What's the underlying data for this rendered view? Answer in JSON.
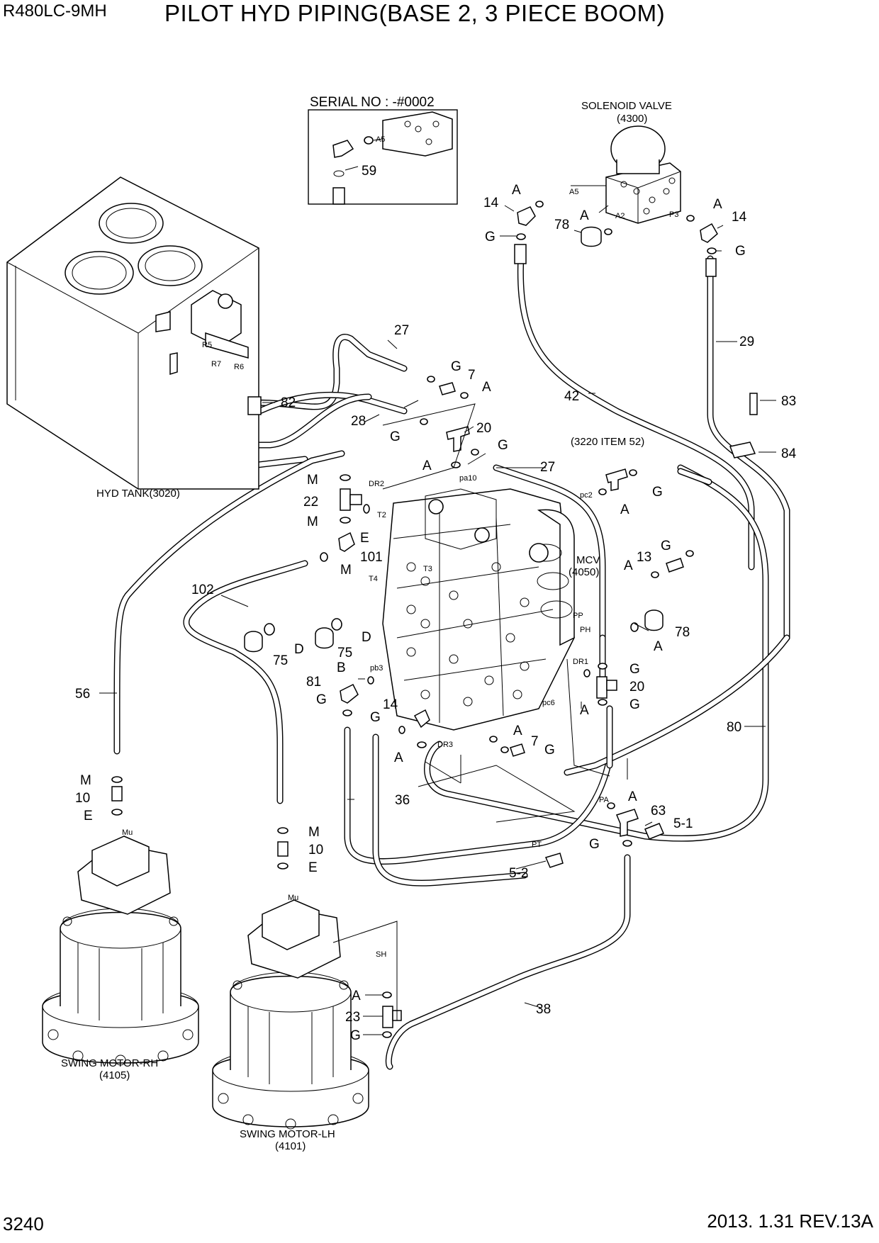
{
  "header": {
    "model": "R480LC-9MH",
    "title": "PILOT HYD PIPING(BASE 2, 3 PIECE BOOM)"
  },
  "footer": {
    "page": "3240",
    "revision": "2013. 1.31  REV.13A"
  },
  "inset": {
    "serial": "SERIAL NO : -#0002",
    "port": "A5",
    "part": "59"
  },
  "components": {
    "solenoid": {
      "name": "SOLENOID VALVE",
      "code": "(4300)"
    },
    "tank": {
      "name": "HYD TANK(3020)"
    },
    "mcv": {
      "name": "MCV",
      "code": "(4050)"
    },
    "ref": "(3220 ITEM 52)",
    "swing_rh": {
      "name": "SWING MOTOR-RH",
      "code": "(4105)"
    },
    "swing_lh": {
      "name": "SWING MOTOR-LH",
      "code": "(4101)"
    }
  },
  "ports": {
    "a5": "A5",
    "a2": "A2",
    "p3": "P3",
    "r5": "R5",
    "r7": "R7",
    "r6": "R6",
    "dr2": "DR2",
    "t2": "T2",
    "t3": "T3",
    "t4": "T4",
    "pa10": "pa10",
    "pc2": "pc2",
    "pp": "PP",
    "ph": "PH",
    "dr1": "DR1",
    "pb3": "pb3",
    "pc6": "pc6",
    "dr3": "DR3",
    "pa": "PA",
    "pt": "PT",
    "mu_rh": "Mu",
    "mu_lh": "Mu",
    "sh": "SH"
  },
  "labels": {
    "s_a1": "A",
    "s_14a": "14",
    "s_g1": "G",
    "s_a2": "A",
    "s_78": "78",
    "s_a3": "A",
    "s_14b": "14",
    "s_g2": "G",
    "n27a": "27",
    "n7a": "7",
    "n_ga": "G",
    "n_aa": "A",
    "n29": "29",
    "n42": "42",
    "n82": "82",
    "n28": "28",
    "n_gb": "G",
    "n20a": "20",
    "n_gc": "G",
    "n83": "83",
    "n84": "84",
    "n_ab": "A",
    "n27b": "27",
    "n_m1": "M",
    "n22": "22",
    "n_m2": "M",
    "n_e1": "E",
    "n101": "101",
    "n_m3": "M",
    "n_gd": "G",
    "n_ac": "A",
    "n_ad": "A",
    "n13": "13",
    "n_ge": "G",
    "n102": "102",
    "n_d1": "D",
    "n_d2": "D",
    "n75a": "75",
    "n75b": "75",
    "n78": "78",
    "n_ae": "A",
    "n56": "56",
    "n_b": "B",
    "n81": "81",
    "n_gf": "G",
    "n14": "14",
    "n_gg": "G",
    "n_gh": "G",
    "n20b": "20",
    "n_gi": "G",
    "n_af": "A",
    "n_ag": "A",
    "n7b": "7",
    "n_gj": "G",
    "n_ah": "A",
    "n80": "80",
    "n_m4": "M",
    "n10a": "10",
    "n_e2": "E",
    "n36": "36",
    "n_ai": "A",
    "n63": "63",
    "n51": "5-1",
    "n_gk": "G",
    "n52": "5-2",
    "n_m5": "M",
    "n10b": "10",
    "n_e3": "E",
    "n_aj": "A",
    "n23": "23",
    "n_gl": "G",
    "n38": "38"
  }
}
